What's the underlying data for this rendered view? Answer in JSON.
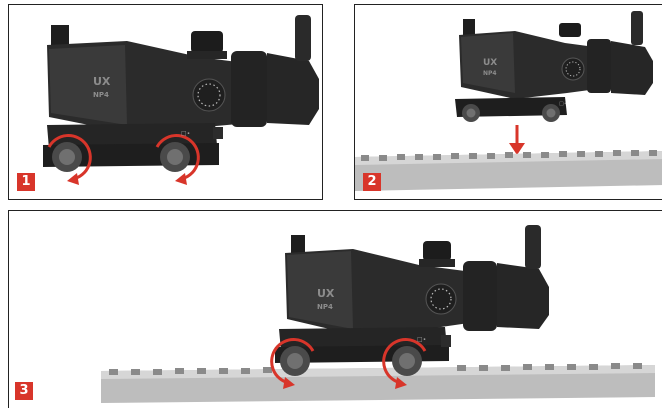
{
  "steps": [
    {
      "number": "1",
      "logo": "UX",
      "model": "NP4",
      "id_mark": "□∙"
    },
    {
      "number": "2",
      "logo": "UX",
      "model": "NP4",
      "id_mark": "□∙"
    },
    {
      "number": "3",
      "logo": "UX",
      "model": "NP4",
      "id_mark": "□∙"
    }
  ],
  "colors": {
    "accent": "#d8352a",
    "scope_body": "#2b2b2b",
    "rail": "#bdbdbd"
  }
}
